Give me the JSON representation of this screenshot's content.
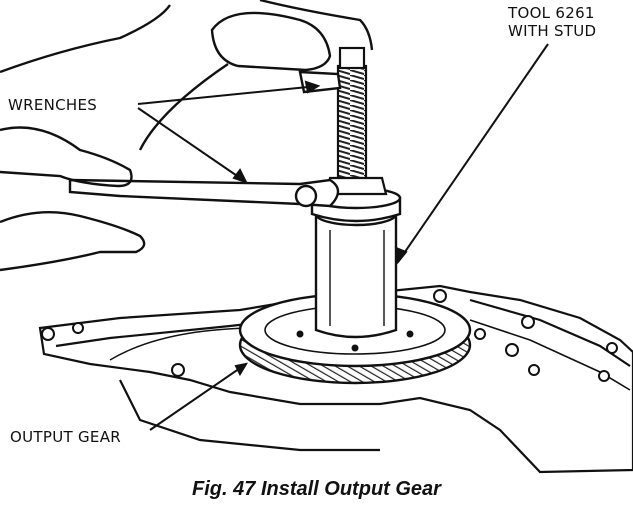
{
  "figure": {
    "callouts": {
      "tool_line1": "TOOL 6261",
      "tool_line2": "WITH STUD",
      "wrenches": "WRENCHES",
      "output_gear": "OUTPUT GEAR"
    },
    "caption": "Fig. 47 Install Output Gear"
  },
  "colors": {
    "ink": "#111111",
    "paper": "#ffffff",
    "shade": "#8a8a8a"
  }
}
